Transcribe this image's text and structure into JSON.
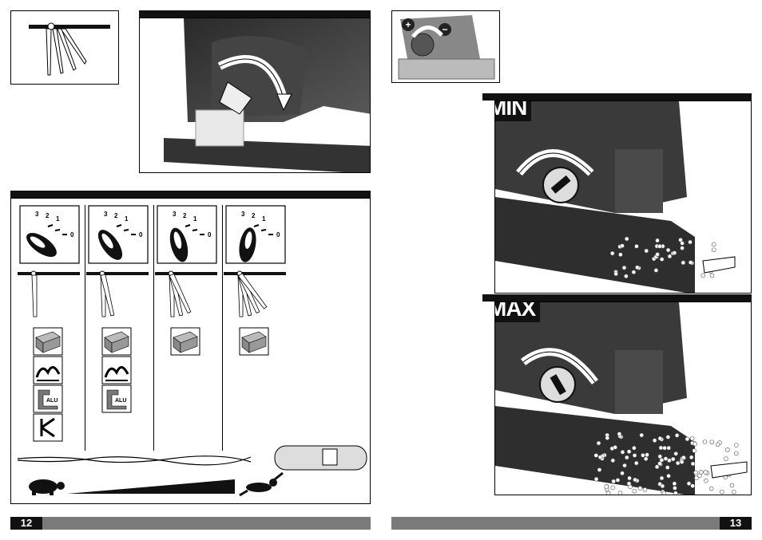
{
  "page_left": {
    "number": "12"
  },
  "page_right": {
    "number": "13"
  },
  "modes": {
    "min_label": "MIN",
    "max_label": "MAX"
  },
  "orbital_panels": [
    {
      "dial": [
        "3",
        "2",
        "1",
        "0"
      ],
      "materials": [
        "wood",
        "plastic",
        "aluminium",
        "laminate"
      ],
      "alu_text": "ALU"
    },
    {
      "dial": [
        "3",
        "2",
        "1",
        "0"
      ],
      "materials": [
        "wood",
        "plastic",
        "aluminium"
      ],
      "alu_text": "ALU"
    },
    {
      "dial": [
        "3",
        "2",
        "1",
        "0"
      ],
      "materials": [
        "wood"
      ]
    },
    {
      "dial": [
        "3",
        "2",
        "1",
        "0"
      ],
      "materials": [
        "wood"
      ]
    }
  ],
  "speed_scale": {
    "slow": "tortoise-icon",
    "fast": "hare-icon"
  }
}
